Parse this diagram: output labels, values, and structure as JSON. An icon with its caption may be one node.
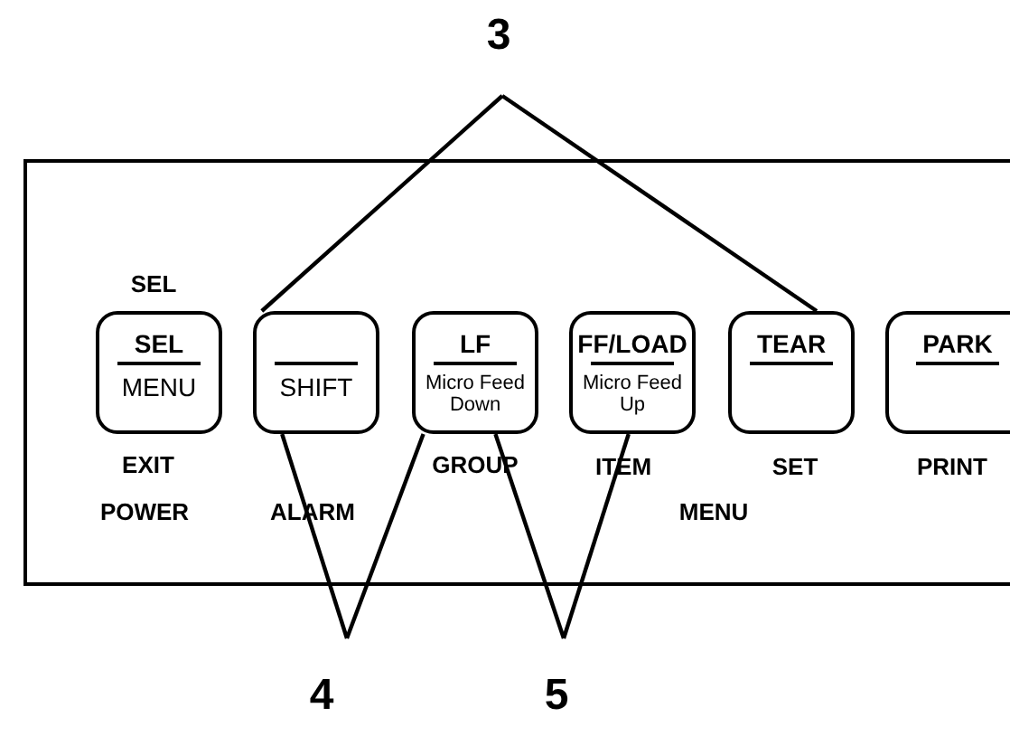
{
  "diagram": {
    "nodes": [
      {
        "text": [
          "3"
        ]
      },
      {
        "text": [],
        "shape": "box"
      },
      {
        "text": [
          "SEL",
          "MENU"
        ],
        "in": 1
      },
      {
        "text": [
          "SHIFT"
        ],
        "in": 1
      },
      {
        "text": [
          "LF",
          "Micro Feed Down"
        ],
        "in": 1
      },
      {
        "text": [
          "FF/LOAD",
          "Micro Feed Up"
        ],
        "in": 1
      },
      {
        "text": [
          "TEAR"
        ],
        "in": 1
      },
      {
        "text": [
          "PARK"
        ],
        "in": 1
      },
      {
        "text": [
          "4"
        ]
      },
      {
        "text": [
          "5"
        ]
      }
    ],
    "edges": [
      {
        "from": 0,
        "to": 3,
        "arrow": "none"
      },
      {
        "from": 0,
        "to": 6,
        "arrow": "none"
      },
      {
        "from": 8,
        "to": 3,
        "arrow": "none"
      },
      {
        "from": 8,
        "to": 4,
        "arrow": "none"
      },
      {
        "from": 9,
        "to": 4,
        "arrow": "none"
      },
      {
        "from": 9,
        "to": 5,
        "arrow": "none"
      }
    ],
    "labels": [
      "SEL",
      "EXIT",
      "GROUP",
      "ITEM",
      "SET",
      "PRINT",
      "POWER",
      "ALARM",
      "MENU"
    ]
  }
}
